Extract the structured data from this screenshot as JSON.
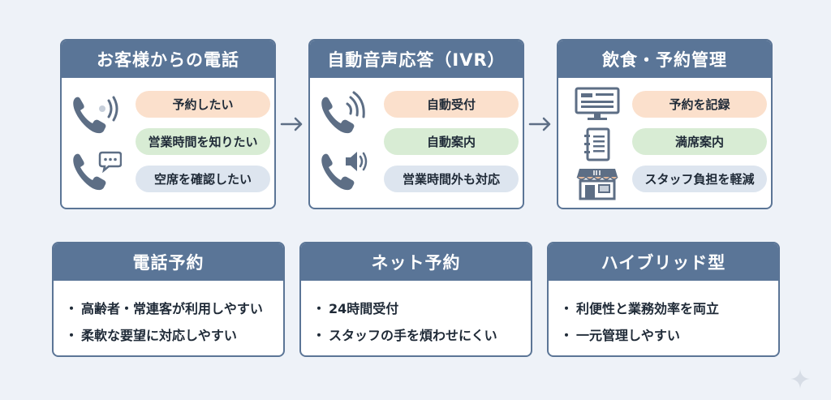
{
  "colors": {
    "header": "#5a7597",
    "border": "#5b7596",
    "pill_orange": "#fbe0cc",
    "pill_green": "#d8ecd4",
    "pill_blue": "#dde5ef",
    "icon": "#5d6e85",
    "background": "#eef2f8"
  },
  "flow": [
    {
      "title": "お客様からの電話",
      "icons": [
        "phone-ringing-icon",
        "phone-chat-icon"
      ],
      "items": [
        "予約したい",
        "営業時間を知りたい",
        "空席を確認したい"
      ]
    },
    {
      "title": "自動音声応答（IVR）",
      "icons": [
        "phone-ringing-icon",
        "phone-speaker-icon"
      ],
      "items": [
        "自動受付",
        "自動案内",
        "営業時間外も対応"
      ]
    },
    {
      "title": "飲食・予約管理",
      "icons": [
        "monitor-icon",
        "notebook-icon",
        "store-icon"
      ],
      "items": [
        "予約を記録",
        "満席案内",
        "スタッフ負担を軽減"
      ]
    }
  ],
  "methods": [
    {
      "title": "電話予約",
      "bullets": [
        "高齢者・常連客が利用しやすい",
        "柔軟な要望に対応しやすい"
      ]
    },
    {
      "title": "ネット予約",
      "bullets": [
        "24時間受付",
        "スタッフの手を煩わせにくい"
      ]
    },
    {
      "title": "ハイブリッド型",
      "bullets": [
        "利便性と業務効率を両立",
        "一元管理しやすい"
      ]
    }
  ],
  "bullet_glyph": "・"
}
